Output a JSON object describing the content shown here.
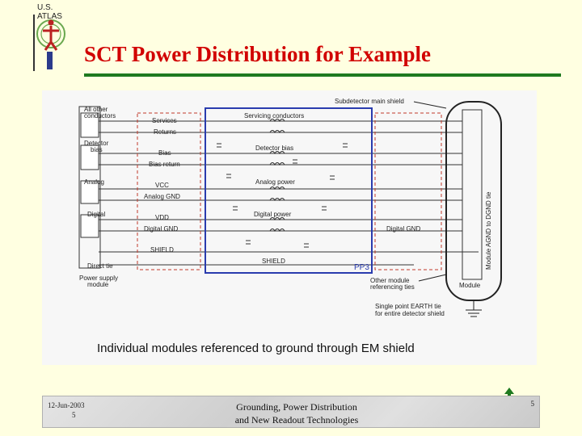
{
  "header": {
    "logo_text": "U.S. ATLAS",
    "title": "SCT Power Distribution for Example"
  },
  "diagram": {
    "left_labels": {
      "all_other": [
        "All other",
        "conductors"
      ],
      "detector_bias": [
        "Detector",
        "bias"
      ],
      "analog": "Analog",
      "digital": "Digital",
      "direct_tie": "Direct tie",
      "power_supply": [
        "Power supply",
        "module"
      ]
    },
    "line_labels": {
      "services": "Services",
      "returns": "Returns",
      "bias": "Bias",
      "bias_return": "Bias return",
      "vcc": "VCC",
      "analog_gnd": "Analog GND",
      "vdd": "VDD",
      "digital_gnd": "Digital GND",
      "shield": "SHIELD"
    },
    "center_labels": {
      "servicing_conductors": "Servicing conductors",
      "detector_bias": "Detector bias",
      "analog_power": "Analog power",
      "digital_power": "Digital power",
      "shield": "SHIELD",
      "pp3": "PP3"
    },
    "right_labels": {
      "subdetector_shield": "Subdetector main shield",
      "digital_gnd": "Digital GND",
      "module_tie": "Module AGND to DGND tie",
      "module": "Module",
      "other_module": [
        "Other module",
        "referencing ties"
      ],
      "earth_tie": [
        "Single point EARTH tie",
        "for entire detector shield"
      ]
    },
    "caption": "Individual modules referenced to ground through EM shield"
  },
  "footer": {
    "date": "12-Jun-2003",
    "slide_number": "5",
    "title_lines": [
      "Grounding, Power Distribution",
      "and New Readout Technologies"
    ],
    "page": "5"
  },
  "colors": {
    "title": "#d10000",
    "rule": "#1f7a1f",
    "pp3_border": "#2a3cae",
    "dashed_box": "#c0392b"
  }
}
